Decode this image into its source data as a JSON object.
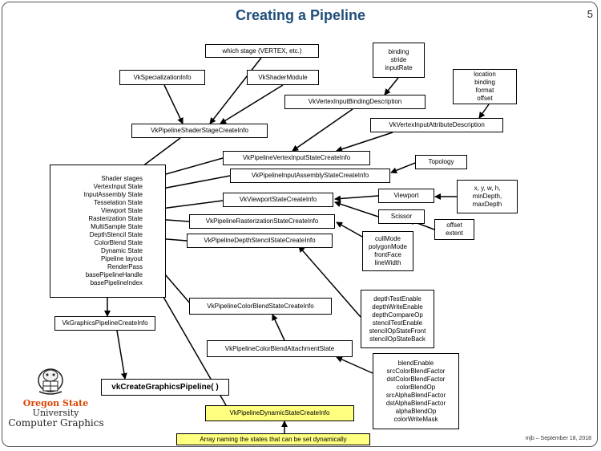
{
  "title": "Creating a Pipeline",
  "page_number": "5",
  "footer": "mjb – September 18, 2018",
  "logo": {
    "line1": "Oregon State",
    "line2": "University",
    "line3": "Computer Graphics"
  },
  "boxes": {
    "which_stage": "which stage (VERTEX, etc.)",
    "binding_list": [
      "binding",
      "stride",
      "inputRate"
    ],
    "location_list": [
      "location",
      "binding",
      "format",
      "offset"
    ],
    "specialization": "VkSpecializationInfo",
    "shader_module": "VkShaderModule",
    "vertex_binding_desc": "VkVertexInputBindingDescription",
    "vertex_attr_desc": "VkVertexInputAttributeDescription",
    "shader_stage_ci": "VkPipelineShaderStageCreateInfo",
    "vertex_input_ci": "VkPipelineVertexInputStateCreateInfo",
    "topology": "Topology",
    "input_assembly_ci": "VkPipelineInputAssemblyStateCreateInfo",
    "viewport_ci": "VkViewportStateCreateInfo",
    "viewport": "Viewport",
    "viewport_params": [
      "x, y, w, h,",
      "minDepth,",
      "maxDepth"
    ],
    "scissor": "Scissor",
    "offset_extent": [
      "offset",
      "extent"
    ],
    "raster_ci": "VkPipelineRasterizationStateCreateInfo",
    "depth_stencil_ci": "VkPipelineDepthStencilStateCreateInfo",
    "raster_params": [
      "cullMode",
      "polygonMode",
      "frontFace",
      "lineWidth"
    ],
    "state_list": [
      "Shader stages",
      "VertexInput State",
      "InputAssembly State",
      "Tesselation State",
      "Viewport State",
      "Rasterization State",
      "MultiSample State",
      "DepthStencil State",
      "ColorBlend State",
      "Dynamic State",
      "Pipeline layout",
      "RenderPass",
      "basePipelineHandle",
      "basePipelineIndex"
    ],
    "depth_params": [
      "depthTestEnable",
      "depthWriteEnable",
      "depthCompareOp",
      "stencilTestEnable",
      "stencilOpStateFront",
      "stencilOpStateBack"
    ],
    "color_blend_ci": "VkPipelineColorBlendStateCreateInfo",
    "graphics_pipeline_ci": "VkGraphicsPipelineCreateInfo",
    "color_blend_attach": "VkPipelineColorBlendAttachmentState",
    "blend_params": [
      "blendEnable",
      "srcColorBlendFactor",
      "dstColorBlendFactor",
      "colorBlendOp",
      "srcAlphaBlendFactor",
      "dstAlphaBlendFactor",
      "alphaBlendOp",
      "colorWriteMask"
    ],
    "create_pipeline": "vkCreateGraphicsPipeline( )",
    "dynamic_state_ci": "VkPipelineDynamicStateCreateInfo",
    "dynamic_note": "Array naming the states that can be set dynamically"
  }
}
